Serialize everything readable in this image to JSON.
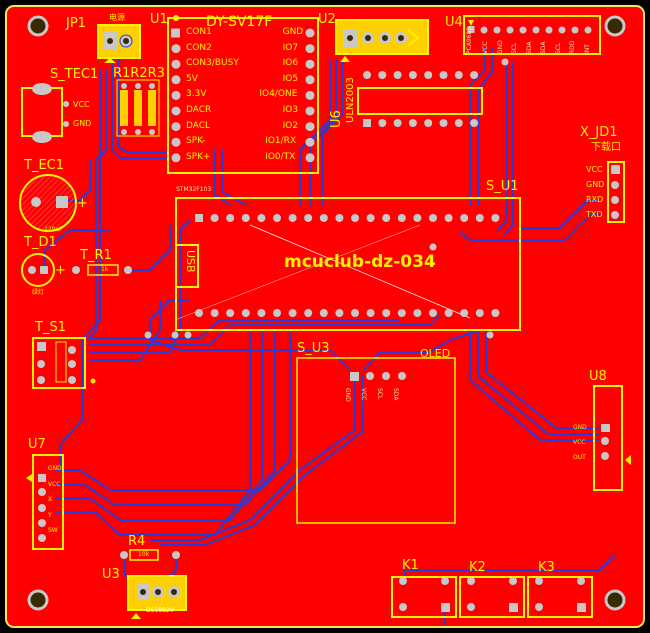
{
  "board": {
    "title": "mcuclub-dz-034",
    "colors": {
      "copper": "#ff0000",
      "silk": "#fff200",
      "edge": "#f0e860",
      "trace": "#2a3ad8",
      "pad": "#c8c8c8",
      "hole": "#3a2a00"
    }
  },
  "refs": {
    "jp1": "JP1",
    "jp1_note": "电源",
    "u1": "U1",
    "u1_part": "DY-SV17F",
    "u2": "U2",
    "u4": "U4",
    "u4_part": "PCA9685",
    "s_tec1": "S_TEC1",
    "r1r2r3": "R1R2R3",
    "u6": "U6",
    "u6_part": "ULN2003",
    "x_jd1": "X_JD1",
    "x_jd1_note": "下载口",
    "t_ec1": "T_EC1",
    "t_ec1_val": "220uF",
    "t_d1": "T_D1",
    "t_d1_note": "绿灯",
    "t_r1": "T_R1",
    "t_r1_val": "1k",
    "s_u1": "S_U1",
    "s_u1_part": "STM32F103",
    "usb": "USB",
    "t_s1": "T_S1",
    "s_u3": "S_U3",
    "s_u3_part": "OLED",
    "u8": "U8",
    "u7": "U7",
    "r4": "R4",
    "r4_val": "10k",
    "u3": "U3",
    "u3_part": "DS18B20",
    "k1": "K1",
    "k2": "K2",
    "k3": "K3"
  },
  "u1_left": [
    "CON1",
    "CON2",
    "CON3/BUSY",
    "5V",
    "3.3V",
    "DACR",
    "DACL",
    "SPK-",
    "SPK+"
  ],
  "u1_right": [
    "GND",
    "IO7",
    "IO6",
    "IO5",
    "IO4/ONE",
    "IO3",
    "IO2",
    "IO1/RX",
    "IO0/TX"
  ],
  "s_tec1_pins": [
    "VCC",
    "GND"
  ],
  "x_jd1_pins": [
    "VCC",
    "GND",
    "RXD",
    "TXD"
  ],
  "u4_pins": [
    "VCC",
    "GND",
    "SCL",
    "SDA",
    "SDA",
    "SCL",
    "RDD",
    "INT"
  ],
  "s_u3_pins": [
    "GND",
    "VCC",
    "SCL",
    "SDA"
  ],
  "u8_pins": [
    "GND",
    "VCC",
    "OUT"
  ],
  "u7_pins": [
    "GND",
    "VCC",
    "X",
    "Y",
    "SW"
  ]
}
